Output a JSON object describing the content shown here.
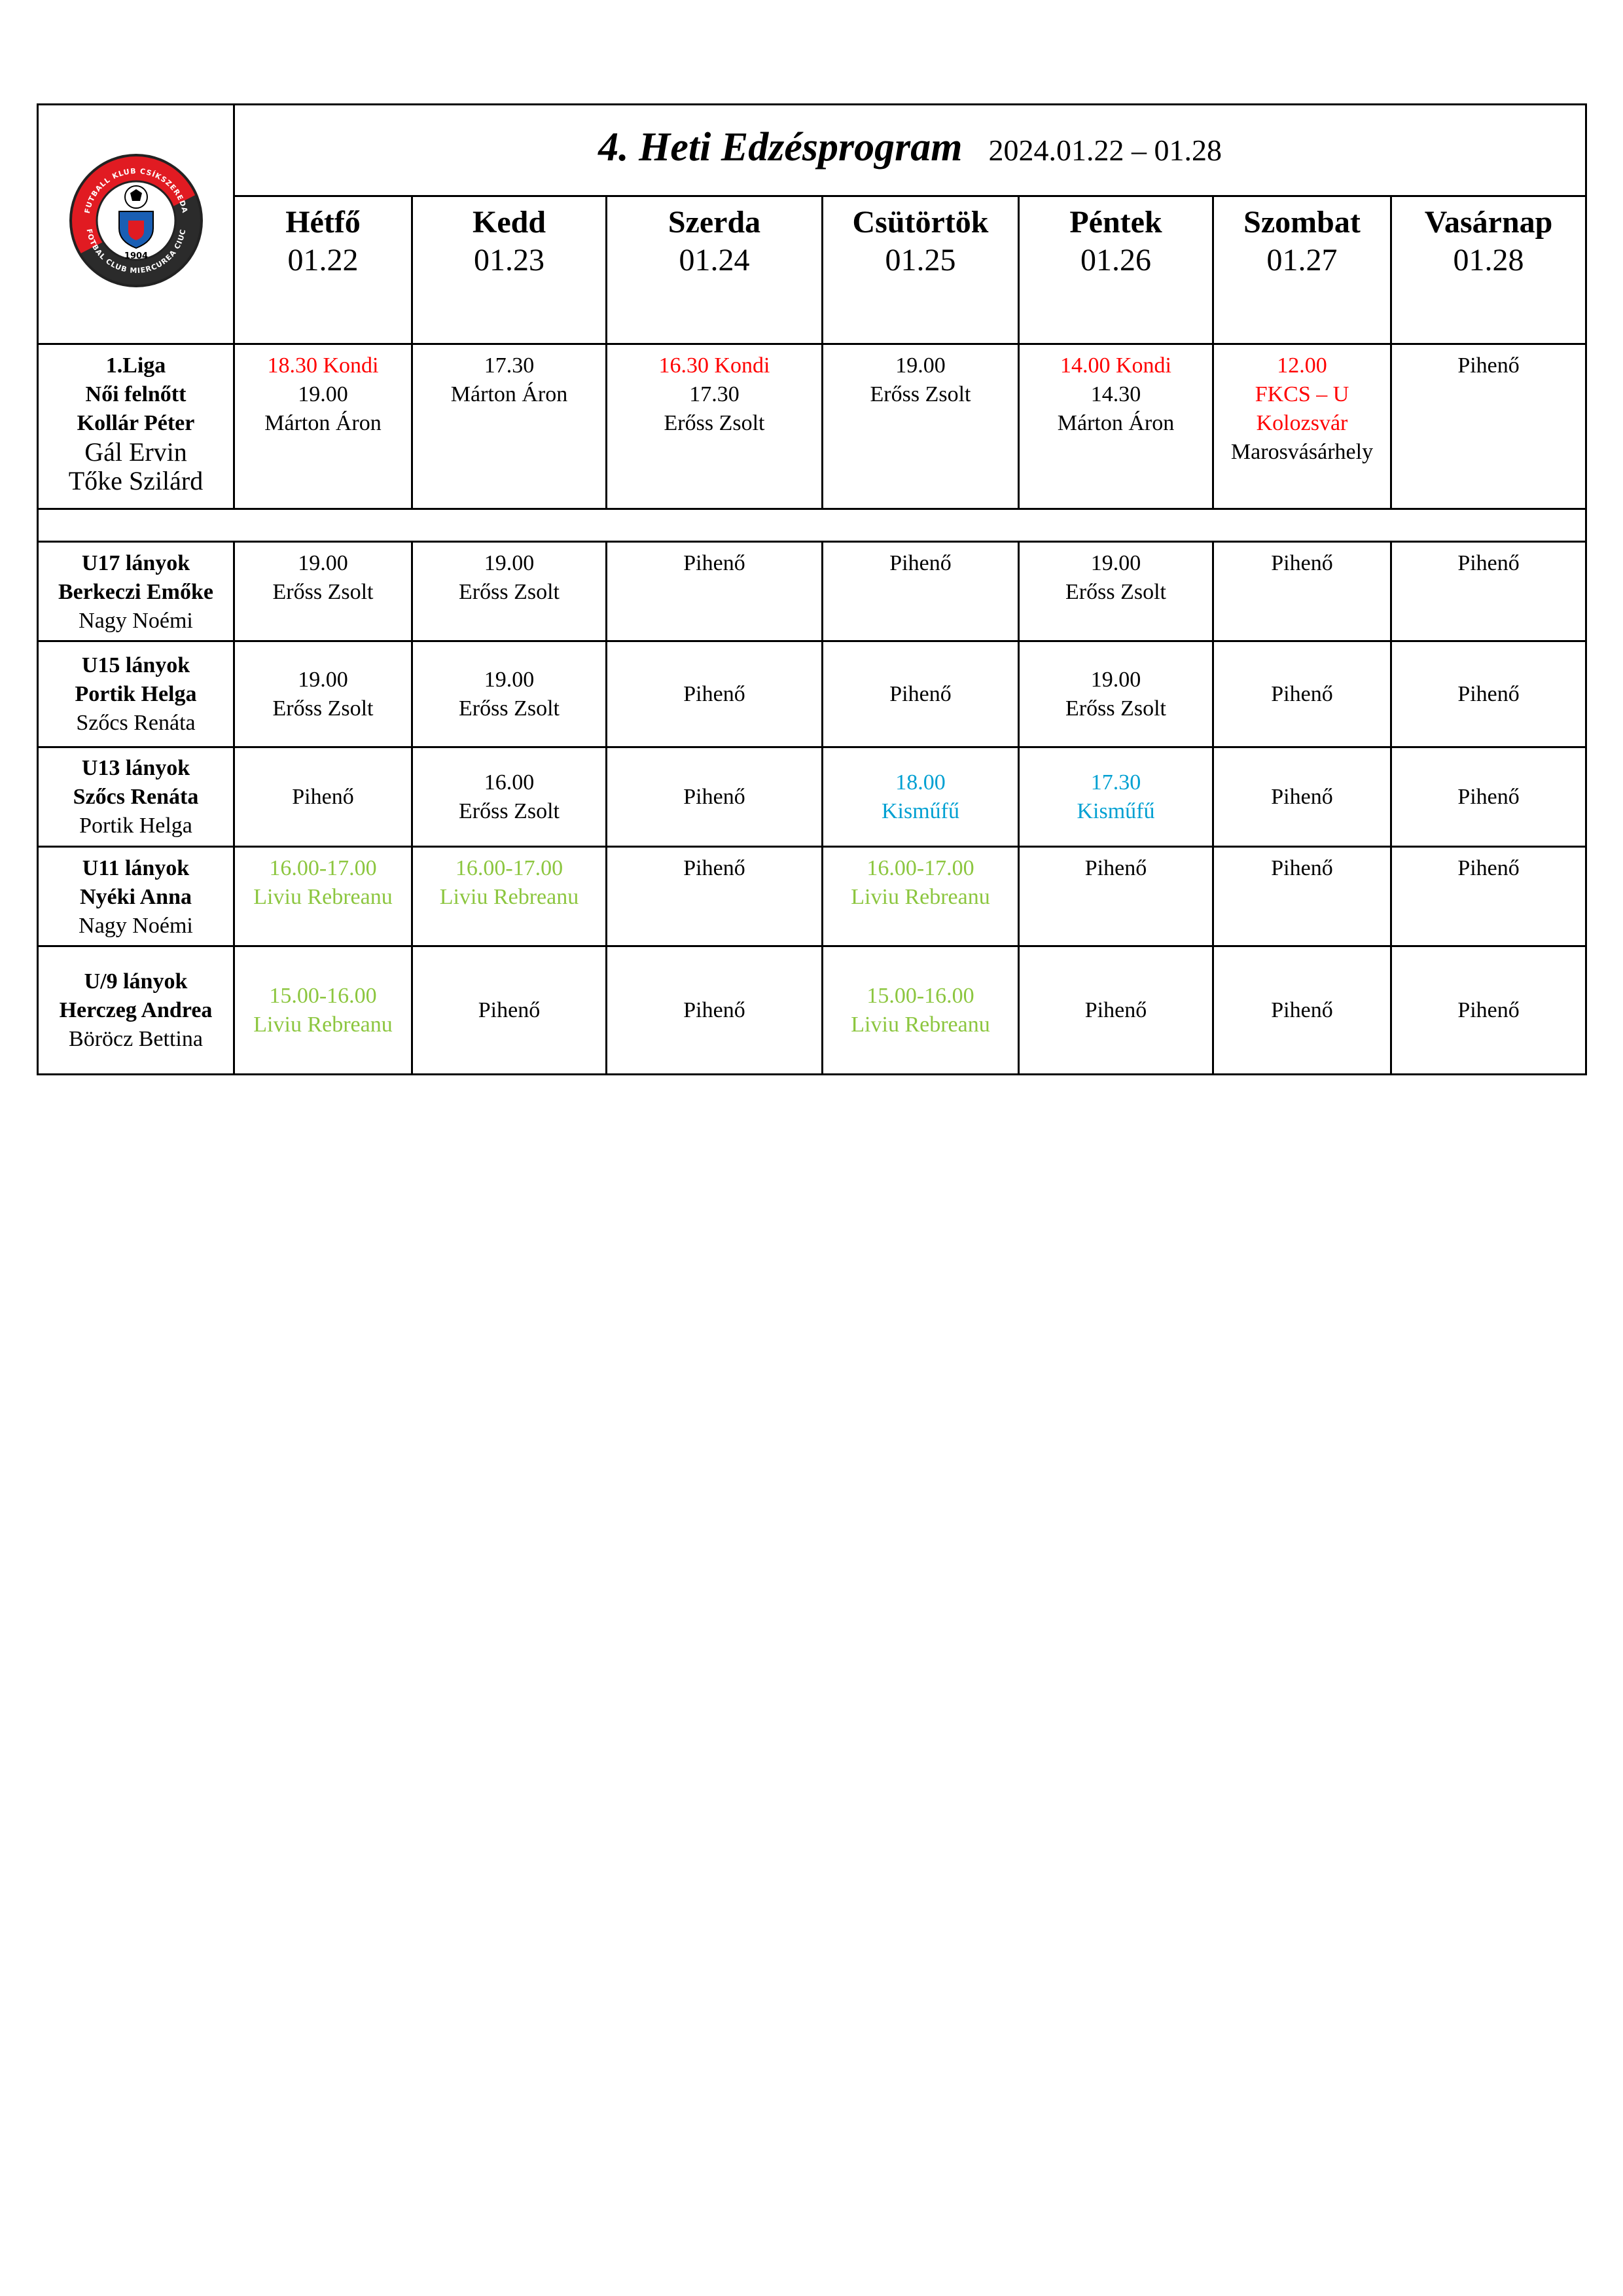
{
  "colors": {
    "red": "#ff0000",
    "blue": "#00a0d2",
    "green": "#8cc63f"
  },
  "logo": {
    "ring_text_top": "FUTBALL KLUB CSÍKSZEREDA",
    "ring_text_bottom": "FOTBAL CLUB MIERCUREA CIUC",
    "year": "1904"
  },
  "title": {
    "main": "4. Heti Edzésprogram",
    "date_range": "2024.01.22 – 01.28"
  },
  "days": [
    {
      "name": "Hétfő",
      "date": "01.22"
    },
    {
      "name": "Kedd",
      "date": "01.23"
    },
    {
      "name": "Szerda",
      "date": "01.24"
    },
    {
      "name": "Csütörtök",
      "date": "01.25"
    },
    {
      "name": "Péntek",
      "date": "01.26"
    },
    {
      "name": "Szombat",
      "date": "01.27"
    },
    {
      "name": "Vasárnap",
      "date": "01.28"
    }
  ],
  "liga": {
    "team": [
      "1.Liga",
      "Női felnőtt",
      "Kollár Péter",
      "Gál Ervin",
      "Tőke Szilárd"
    ],
    "cells": [
      [
        {
          "t": "18.30 Kondi",
          "c": "red"
        },
        {
          "t": "19.00",
          "c": "black"
        },
        {
          "t": "Márton Áron",
          "c": "black"
        }
      ],
      [
        {
          "t": "17.30",
          "c": "black"
        },
        {
          "t": "Márton Áron",
          "c": "black"
        }
      ],
      [
        {
          "t": "16.30 Kondi",
          "c": "red"
        },
        {
          "t": "17.30",
          "c": "black"
        },
        {
          "t": "Erőss Zsolt",
          "c": "black"
        }
      ],
      [
        {
          "t": "19.00",
          "c": "black"
        },
        {
          "t": "Erőss Zsolt",
          "c": "black"
        }
      ],
      [
        {
          "t": "14.00 Kondi",
          "c": "red"
        },
        {
          "t": "14.30",
          "c": "black"
        },
        {
          "t": "Márton Áron",
          "c": "black"
        }
      ],
      [
        {
          "t": "12.00",
          "c": "red"
        },
        {
          "t": "FKCS – U",
          "c": "red"
        },
        {
          "t": "Kolozsvár",
          "c": "red"
        },
        {
          "t": "Marosvásárhely",
          "c": "black"
        }
      ],
      [
        {
          "t": "Pihenő",
          "c": "black"
        }
      ]
    ]
  },
  "teams": [
    {
      "name": "U17 lányok",
      "coach1": "Berkeczi Emőke",
      "coach2": "Nagy Noémi",
      "cells": [
        [
          {
            "t": "19.00",
            "c": "black"
          },
          {
            "t": "Erőss Zsolt",
            "c": "black"
          }
        ],
        [
          {
            "t": "19.00",
            "c": "black"
          },
          {
            "t": "Erőss Zsolt",
            "c": "black"
          }
        ],
        [
          {
            "t": "Pihenő",
            "c": "black"
          }
        ],
        [
          {
            "t": "Pihenő",
            "c": "black"
          }
        ],
        [
          {
            "t": "19.00",
            "c": "black"
          },
          {
            "t": "Erőss Zsolt",
            "c": "black"
          }
        ],
        [
          {
            "t": "Pihenő",
            "c": "black"
          }
        ],
        [
          {
            "t": "Pihenő",
            "c": "black"
          }
        ]
      ]
    },
    {
      "name": "U15 lányok",
      "coach1": "Portik Helga",
      "coach2": "Szőcs Renáta",
      "cells": [
        [
          {
            "t": "19.00",
            "c": "black"
          },
          {
            "t": "Erőss Zsolt",
            "c": "black"
          }
        ],
        [
          {
            "t": "19.00",
            "c": "black"
          },
          {
            "t": "Erőss Zsolt",
            "c": "black"
          }
        ],
        [
          {
            "t": "Pihenő",
            "c": "black"
          }
        ],
        [
          {
            "t": "Pihenő",
            "c": "black"
          }
        ],
        [
          {
            "t": "19.00",
            "c": "black"
          },
          {
            "t": "Erőss Zsolt",
            "c": "black"
          }
        ],
        [
          {
            "t": "Pihenő",
            "c": "black"
          }
        ],
        [
          {
            "t": "Pihenő",
            "c": "black"
          }
        ]
      ]
    },
    {
      "name": "U13 lányok",
      "coach1": "Szőcs Renáta",
      "coach2": "Portik Helga",
      "cells": [
        [
          {
            "t": "Pihenő",
            "c": "black"
          }
        ],
        [
          {
            "t": "16.00",
            "c": "black"
          },
          {
            "t": "Erőss Zsolt",
            "c": "black"
          }
        ],
        [
          {
            "t": "Pihenő",
            "c": "black"
          }
        ],
        [
          {
            "t": "18.00",
            "c": "blue"
          },
          {
            "t": "Kisműfű",
            "c": "blue"
          }
        ],
        [
          {
            "t": "17.30",
            "c": "blue"
          },
          {
            "t": "Kisműfű",
            "c": "blue"
          }
        ],
        [
          {
            "t": "Pihenő",
            "c": "black"
          }
        ],
        [
          {
            "t": "Pihenő",
            "c": "black"
          }
        ]
      ]
    },
    {
      "name": "U11 lányok",
      "coach1": "Nyéki Anna",
      "coach2": "Nagy Noémi",
      "cells": [
        [
          {
            "t": "16.00-17.00",
            "c": "green"
          },
          {
            "t": "Liviu Rebreanu",
            "c": "green"
          }
        ],
        [
          {
            "t": "16.00-17.00",
            "c": "green"
          },
          {
            "t": "Liviu Rebreanu",
            "c": "green"
          }
        ],
        [
          {
            "t": "Pihenő",
            "c": "black"
          }
        ],
        [
          {
            "t": "16.00-17.00",
            "c": "green"
          },
          {
            "t": "Liviu Rebreanu",
            "c": "green"
          }
        ],
        [
          {
            "t": "Pihenő",
            "c": "black"
          }
        ],
        [
          {
            "t": "Pihenő",
            "c": "black"
          }
        ],
        [
          {
            "t": "Pihenő",
            "c": "black"
          }
        ]
      ]
    },
    {
      "name": "U/9 lányok",
      "coach1": "Herczeg Andrea",
      "coach2": "Böröcz Bettina",
      "cells": [
        [
          {
            "t": "15.00-16.00",
            "c": "green"
          },
          {
            "t": "Liviu Rebreanu",
            "c": "green"
          }
        ],
        [
          {
            "t": "Pihenő",
            "c": "black"
          }
        ],
        [
          {
            "t": "Pihenő",
            "c": "black"
          }
        ],
        [
          {
            "t": "15.00-16.00",
            "c": "green"
          },
          {
            "t": "Liviu Rebreanu",
            "c": "green"
          }
        ],
        [
          {
            "t": "Pihenő",
            "c": "black"
          }
        ],
        [
          {
            "t": "Pihenő",
            "c": "black"
          }
        ],
        [
          {
            "t": "Pihenő",
            "c": "black"
          }
        ]
      ]
    }
  ]
}
